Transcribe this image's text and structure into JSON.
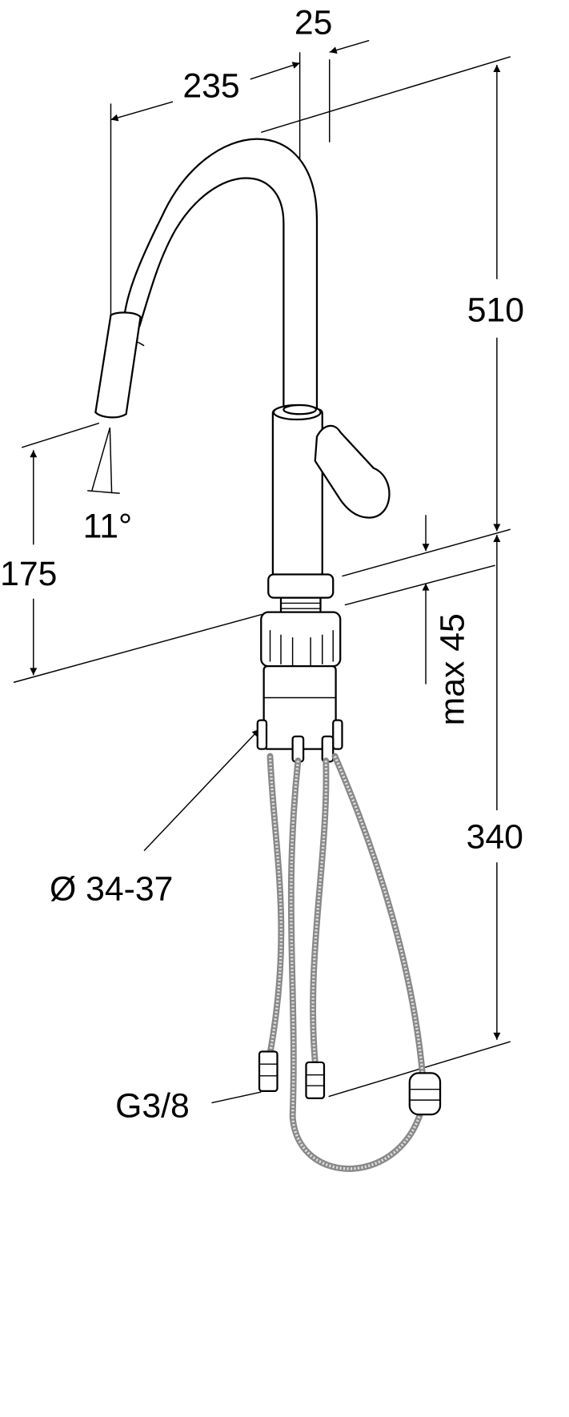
{
  "drawing": {
    "dimensions": {
      "spout_diameter": "25",
      "spout_reach": "235",
      "total_height": "510",
      "spout_height": "175",
      "spray_angle": "11°",
      "max_thickness": "max 45",
      "hose_length": "340",
      "hole_diameter": "Ø 34-37",
      "connection": "G3/8"
    }
  }
}
